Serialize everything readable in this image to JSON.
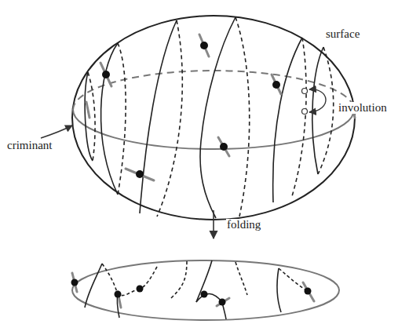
{
  "diagram": {
    "labels": [
      "surface",
      "involution",
      "criminant",
      "folding"
    ]
  }
}
